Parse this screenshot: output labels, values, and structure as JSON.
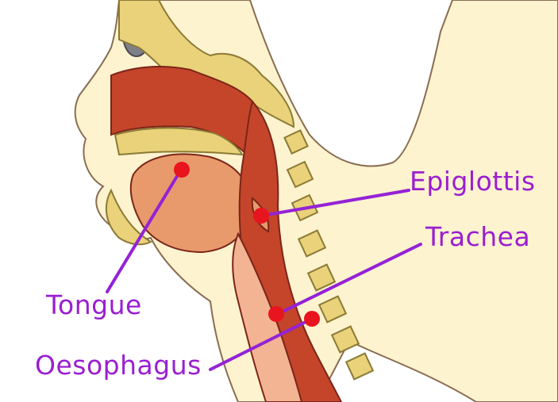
{
  "colors": {
    "label": "#9b1ed1",
    "leader": "#9422d6",
    "marker": "#e8141e",
    "skin": "#fdf3cf",
    "skin_outline": "#8a6d52",
    "muscle": "#c4452a",
    "muscle_light": "#e89a6c",
    "airway": "#f3b493",
    "bone": "#e9d27a",
    "bone_dark": "#8c7a35",
    "cavity": "#7f7f88"
  },
  "labels": {
    "epiglottis": "Epiglottis",
    "trachea": "Trachea",
    "tongue": "Tongue",
    "oesophagus": "Oesophagus"
  },
  "icons": {
    "marker": "red-dot",
    "leader": "purple-line"
  }
}
